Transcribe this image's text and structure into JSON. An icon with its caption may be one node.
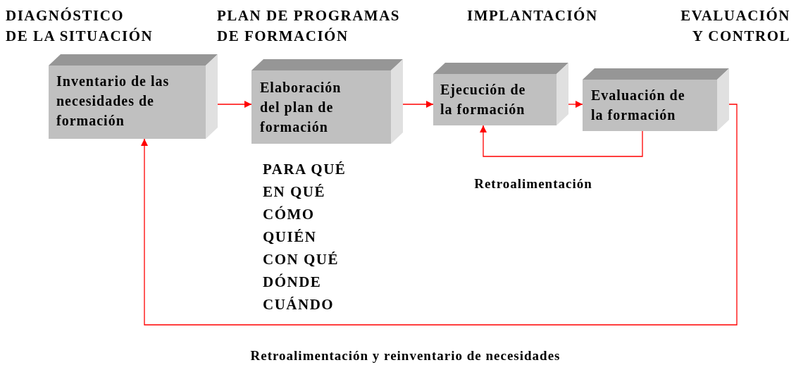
{
  "diagram": {
    "nodes": [
      {
        "text": [
          "Inventario de las necesidades de formación"
        ]
      },
      {
        "text": [
          "Elaboración del plan de formación"
        ]
      },
      {
        "text": [
          "Ejecución de la formación"
        ]
      },
      {
        "text": [
          "Evaluación de la formación"
        ]
      }
    ],
    "edges": [
      {
        "from": 0,
        "to": 1,
        "arrow": "to"
      },
      {
        "from": 1,
        "to": 2,
        "arrow": "to"
      },
      {
        "from": 2,
        "to": 3,
        "arrow": "to"
      },
      {
        "from": 3,
        "to": 2,
        "arrow": "to",
        "label": "Retroalimentación"
      },
      {
        "from": 3,
        "to": 0,
        "arrow": "to",
        "label": "Retroalimentación y reinventario de necesidades"
      }
    ],
    "labels": [
      "DIAGNÓSTICO DE LA SITUACIÓN",
      "PLAN DE PROGRAMAS DE FORMACIÓN",
      "IMPLANTACIÓN",
      "EVALUACIÓN Y CONTROL",
      "PARA QUÉ",
      "EN QUÉ",
      "CÓMO",
      "QUIÉN",
      "CON QUÉ",
      "DÓNDE",
      "CUÁNDO"
    ]
  }
}
